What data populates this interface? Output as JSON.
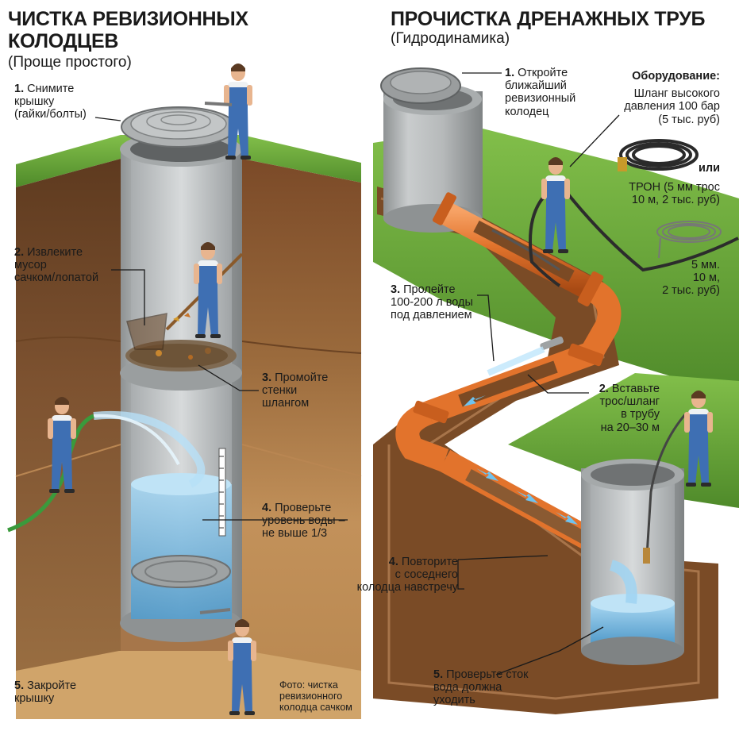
{
  "left": {
    "title_line1": "ЧИСТКА РЕВИЗИОННЫХ",
    "title_line2": "КОЛОДЦЕВ",
    "subtitle": "(Проще простого)",
    "steps": [
      {
        "num": "1.",
        "lines": [
          "Снимите",
          "крышку",
          "(гайки/болты)"
        ]
      },
      {
        "num": "2.",
        "lines": [
          "Извлеките",
          "мусор",
          "сачком/лопатой"
        ]
      },
      {
        "num": "3.",
        "lines": [
          "Промойте",
          "стенки",
          "шлангом"
        ]
      },
      {
        "num": "4.",
        "lines": [
          "Проверьте",
          "уровень воды –",
          "не выше 1/3"
        ]
      },
      {
        "num": "5.",
        "lines": [
          "Закройте",
          "крышку"
        ]
      }
    ],
    "caption": [
      "Фото: чистка",
      "ревизионного",
      "колодца сачком"
    ]
  },
  "right": {
    "title": "ПРОЧИСТКА ДРЕНАЖНЫХ ТРУБ",
    "subtitle": "(Гидродинамика)",
    "steps": [
      {
        "num": "1.",
        "lines": [
          "Откройте",
          "ближайший",
          "ревизионный",
          "колодец"
        ]
      },
      {
        "num": "2.",
        "lines": [
          "Вставьте",
          "трос/шланг",
          "в трубу",
          "на 20–30 м"
        ]
      },
      {
        "num": "3.",
        "lines": [
          "Пролейте",
          "100-200 л воды",
          "под давлением"
        ]
      },
      {
        "num": "4.",
        "lines": [
          "Повторите",
          "с соседнего",
          "колодца навстречу"
        ]
      },
      {
        "num": "5.",
        "lines": [
          "Проверьте сток",
          "вода должна",
          "уходить"
        ]
      }
    ],
    "equipment": {
      "title": "Оборудование:",
      "hose": [
        "Шланг высокого",
        "давления 100 бар",
        "(5 тыс. руб)"
      ],
      "or": "или",
      "cable": [
        "ТРОН (5 мм трос",
        "10 м, 2 тыс. руб)"
      ],
      "cable_note": [
        "5 мм.",
        "10 м,",
        "2 тыс. руб)"
      ]
    }
  },
  "colors": {
    "grass": "#6aa63a",
    "soil": "#8a5a34",
    "sand": "#c99a5b",
    "concrete": "#b9bcbd",
    "pipe": "#e2732c",
    "water": "#6fb6e0",
    "overalls": "#3e6fb3"
  },
  "icons": [
    "worker",
    "manhole-cover",
    "net-scoop",
    "hose",
    "coiled-hose",
    "coiled-cable",
    "arrow"
  ]
}
